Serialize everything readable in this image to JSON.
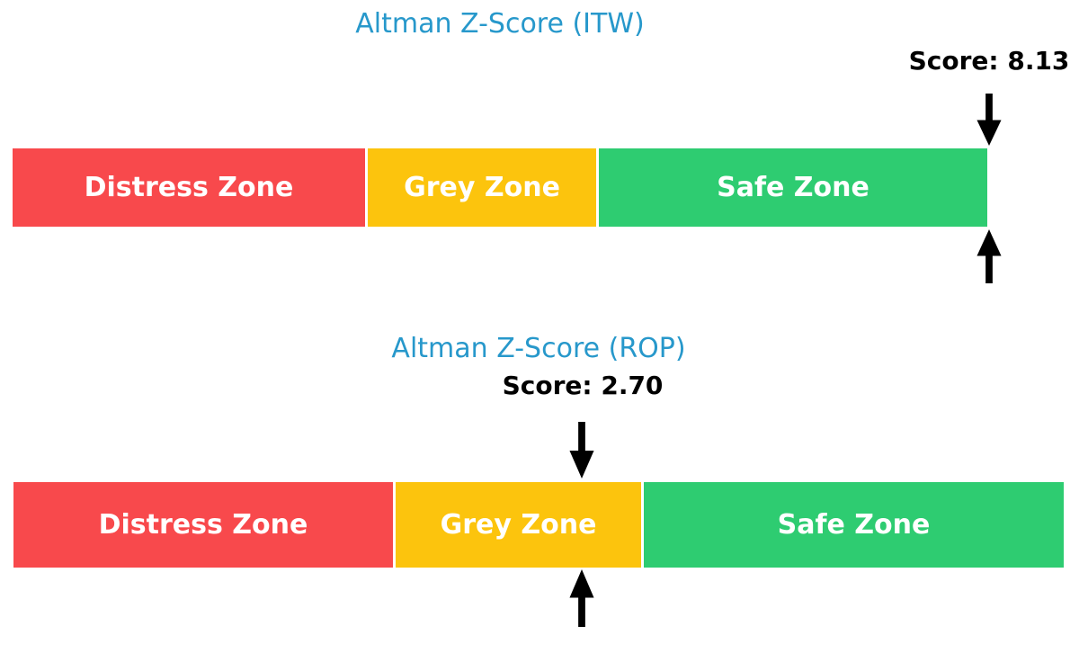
{
  "style": {
    "background": "#FFFFFF",
    "title_color": "#2798CB",
    "score_color": "#000000",
    "zone_label_color": "#FFFFFF",
    "arrow_color": "#000000"
  },
  "chart_data": [
    {
      "type": "zone-bar",
      "title": "Altman Z-Score (ITW)",
      "score": 8.13,
      "score_label": "Score: 8.13",
      "zones": [
        {
          "label": "Distress Zone",
          "color": "#F8494C",
          "width_pct": 36.2
        },
        {
          "label": "Grey Zone",
          "color": "#FCC40D",
          "width_pct": 23.4
        },
        {
          "label": "Safe Zone",
          "color": "#2ECC71",
          "width_pct": 40.4
        }
      ],
      "marker_position_pct": 100,
      "marker_style": "black down-arrow above bar and up-arrow below bar at score position",
      "legend": "none",
      "axes": "none"
    },
    {
      "type": "zone-bar",
      "title": "Altman Z-Score (ROP)",
      "score": 2.7,
      "score_label": "Score: 2.70",
      "zones": [
        {
          "label": "Distress Zone",
          "color": "#F8494C",
          "width_pct": 36.1
        },
        {
          "label": "Grey Zone",
          "color": "#FCC40D",
          "width_pct": 23.4
        },
        {
          "label": "Safe Zone",
          "color": "#2ECC71",
          "width_pct": 40.0
        }
      ],
      "marker_position_pct": 54.1,
      "marker_style": "black down-arrow above bar and up-arrow below bar at score position",
      "legend": "none",
      "axes": "none"
    }
  ]
}
